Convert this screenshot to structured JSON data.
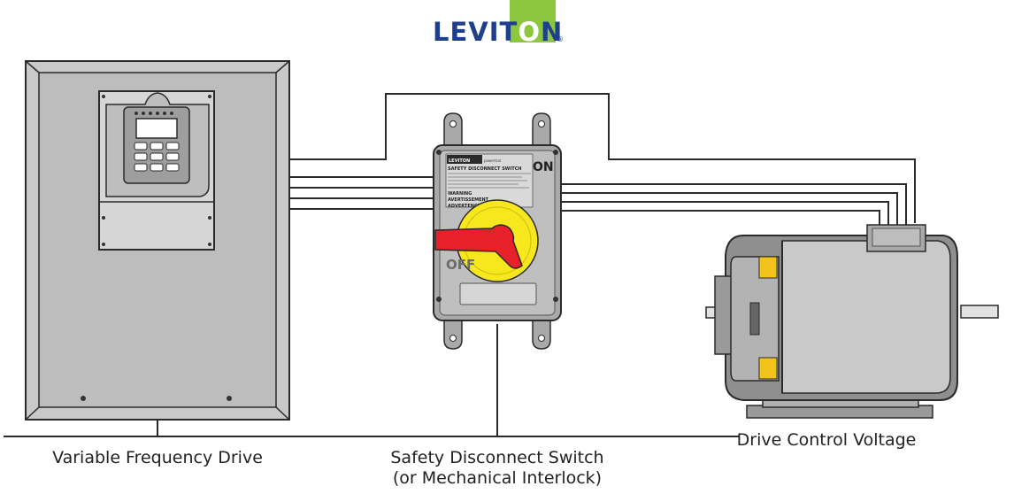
{
  "logo": {
    "text_part1": "LEVIT",
    "text_o": "O",
    "text_part2": "N",
    "registered": "®",
    "brand_blue": "#1e3f8c",
    "brand_green": "#8dc63f"
  },
  "labels": {
    "vfd": "Variable Frequency Drive",
    "switch_line1": "Safety Disconnect Switch",
    "switch_line2": "(or Mechanical Interlock)",
    "motor": "Drive Control Voltage"
  },
  "switch_panel": {
    "brand": "LEVITON",
    "brand_sub": "powertrol",
    "on_label": "ON",
    "off_label": "OFF",
    "title_line1": "SAFETY DISCONNECT SWITCH",
    "warning": "WARNING",
    "advertencia": "ADVERTENCIA",
    "avertissement": "AVERTISSEMENT"
  },
  "colors": {
    "gray_body": "#c9c9c9",
    "gray_dark": "#8a8a8a",
    "handle_red": "#e8202a",
    "knob_yellow": "#f6e81c",
    "motor_accent": "#f2c318",
    "line": "#2a2a2a"
  }
}
